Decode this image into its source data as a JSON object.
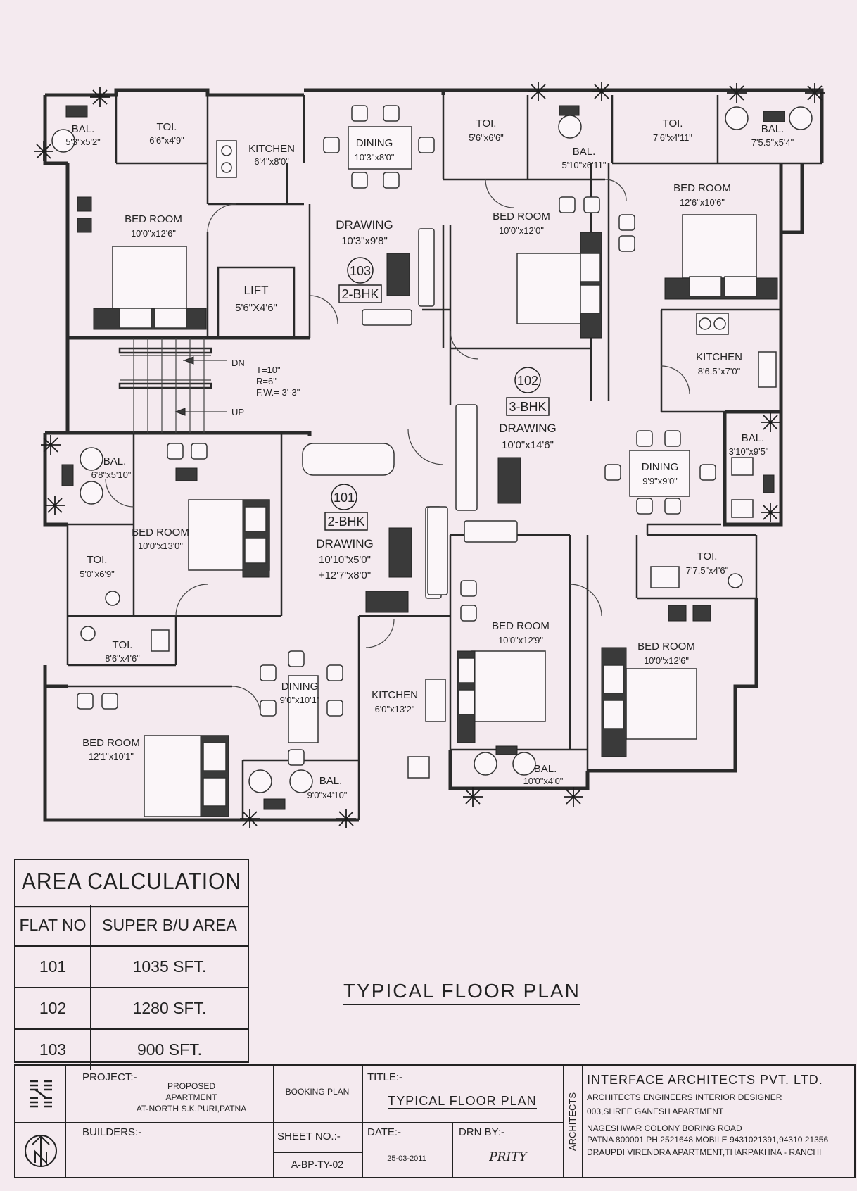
{
  "rooms": {
    "r1_bal_name": "BAL.",
    "r1_bal_dim": "5'3\"x5'2\"",
    "r1_toi_name": "TOI.",
    "r1_toi_dim": "6'6\"x4'9\"",
    "r1_kit_name": "KITCHEN",
    "r1_kit_dim": "6'4\"x8'0\"",
    "r1_din_name": "DINING",
    "r1_din_dim": "10'3\"x8'0\"",
    "r1_bed_name": "BED ROOM",
    "r1_bed_dim": "10'0\"x12'6\"",
    "r1_draw_name": "DRAWING",
    "r1_draw_dim": "10'3\"x9'8\"",
    "lift_name": "LIFT",
    "lift_dim": "5'6\"X4'6\"",
    "r2_toi_name": "TOI.",
    "r2_toi_dim": "5'6\"x6'6\"",
    "r2_bal_name": "BAL.",
    "r2_bal_dim": "5'10\"x6'11\"",
    "r2_bed_name": "BED ROOM",
    "r2_bed_dim": "10'0\"x12'0\"",
    "r3_toi_name": "TOI.",
    "r3_toi_dim": "7'6\"x4'11\"",
    "r3_bal_name": "BAL.",
    "r3_bal_dim": "7'5.5\"x5'4\"",
    "r3_bed_name": "BED ROOM",
    "r3_bed_dim": "12'6\"x10'6\"",
    "r3_kit_name": "KITCHEN",
    "r3_kit_dim": "8'6.5\"x7'0\"",
    "r102_draw_name": "DRAWING",
    "r102_draw_dim": "10'0\"x14'6\"",
    "r102_din_name": "DINING",
    "r102_din_dim": "9'9\"x9'0\"",
    "r102_bal_name": "BAL.",
    "r102_bal_dim": "3'10\"x9'5\"",
    "r102_toi_name": "TOI.",
    "r102_toi_dim": "7'7.5\"x4'6\"",
    "r102_bed1_name": "BED ROOM",
    "r102_bed1_dim": "10'0\"x12'9\"",
    "r102_bed2_name": "BED ROOM",
    "r102_bed2_dim": "10'0\"x12'6\"",
    "r102_bal2_name": "BAL.",
    "r102_bal2_dim": "10'0\"x4'0\"",
    "r101_bal_name": "BAL.",
    "r101_bal_dim": "6'8\"x5'10\"",
    "r101_bed1_name": "BED ROOM",
    "r101_bed1_dim": "10'0\"x13'0\"",
    "r101_toi1_name": "TOI.",
    "r101_toi1_dim": "5'0\"x6'9\"",
    "r101_toi2_name": "TOI.",
    "r101_toi2_dim": "8'6\"x4'6\"",
    "r101_draw_name": "DRAWING",
    "r101_draw_dim1": "10'10\"x5'0\"",
    "r101_draw_dim2": "+12'7\"x8'0\"",
    "r101_din_name": "DINING",
    "r101_din_dim": "9'0\"x10'1\"",
    "r101_kit_name": "KITCHEN",
    "r101_kit_dim": "6'0\"x13'2\"",
    "r101_bed2_name": "BED ROOM",
    "r101_bed2_dim": "12'1\"x10'1\"",
    "r101_bal2_name": "BAL.",
    "r101_bal2_dim": "9'0\"x4'10\""
  },
  "flats": {
    "f103_no": "103",
    "f103_type": "2-BHK",
    "f102_no": "102",
    "f102_type": "3-BHK",
    "f101_no": "101",
    "f101_type": "2-BHK"
  },
  "stair": {
    "dn": "DN",
    "up": "UP",
    "t": "T=10\"",
    "r": "R=6\"",
    "fw": "F.W.= 3'-3\""
  },
  "area_calc": {
    "title": "AREA CALCULATION",
    "head_flat": "FLAT NO",
    "head_area": "SUPER B/U AREA",
    "rows": [
      {
        "flat": "101",
        "area": "1035 SFT."
      },
      {
        "flat": "102",
        "area": "1280 SFT."
      },
      {
        "flat": "103",
        "area": "900 SFT."
      }
    ]
  },
  "plan_title": "TYPICAL FLOOR PLAN",
  "title_block": {
    "project_label": "PROJECT:-",
    "project_l1": "PROPOSED",
    "project_l2": "APARTMENT",
    "project_l3": "AT-NORTH S.K.PURI,PATNA",
    "booking": "BOOKING PLAN",
    "title_label": "TITLE:-",
    "title_value": "TYPICAL FLOOR PLAN",
    "architects_vertical": "ARCHITECTS",
    "firm": "INTERFACE ARCHITECTS PVT. LTD.",
    "firm_l2": "ARCHITECTS ENGINEERS INTERIOR DESIGNER",
    "firm_l3": "003,SHREE GANESH APARTMENT",
    "firm_l4": "NAGESHWAR COLONY BORING ROAD",
    "firm_l5": "PATNA 800001 PH.2521648 MOBILE 9431021391,94310 21356",
    "firm_l6": "DRAUPDI VIRENDRA APARTMENT,THARPAKHNA - RANCHI",
    "builders_label": "BUILDERS:-",
    "sheet_label": "SHEET NO.:-",
    "sheet_value": "A-BP-TY-02",
    "date_label": "DATE:-",
    "date_value": "25-03-2011",
    "drn_label": "DRN BY:-",
    "drn_value": "PRITY"
  }
}
